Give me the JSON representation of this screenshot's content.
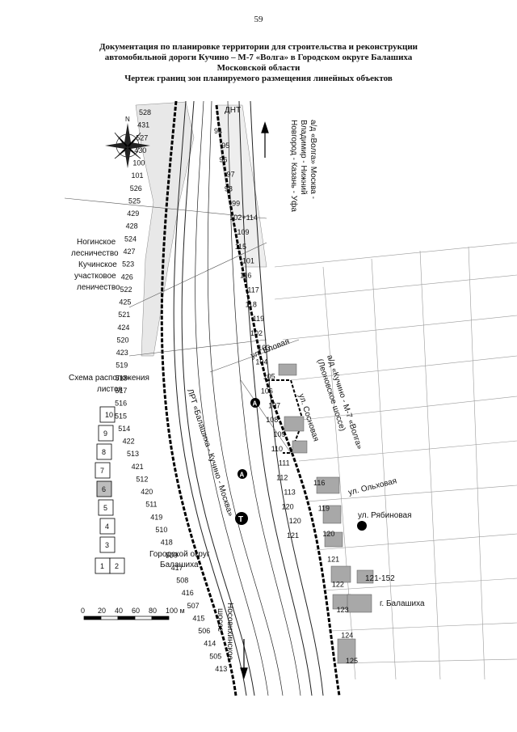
{
  "page_number": "59",
  "title": {
    "line1": "Документация по планировке территории для строительства и реконструкции",
    "line2": "автомобильной дороги Кучино – М-7 «Волга» в Городском округе Балашиха",
    "line3": "Московской области",
    "line4": "Чертеж границ зон планируемого размещения линейных объектов"
  },
  "compass": {
    "north_label": "N"
  },
  "labels": {
    "dnt": "ДНТ",
    "m7_line1": "а/д «Волга» Москва -",
    "m7_line2": "Владимир - Нижний",
    "m7_line3": "Новгород - Казань - Уфа",
    "forestry_1": "Ногинское",
    "forestry_2": "лесничество",
    "forestry_3": "Кучинское",
    "forestry_4": "участковое",
    "forestry_5": "леничество",
    "scheme_1": "Схема расположения",
    "scheme_2": "листов",
    "lrt": "ЛРТ «Балашиха - Кучино - Москва»",
    "street_elovaya": "ул. Еловая",
    "kuchino_line1": "а/д «Кучино - М-7 «Волга»",
    "kuchino_line2": "(Леоновское шоссе)",
    "street_sosnovaya": "ул. Сосновая",
    "street_olkhovaya": "ул. Ольховая",
    "street_ryabinovaya": "ул. Рябиновая",
    "district_1": "Городской округ",
    "district_2": "Балашиха",
    "range": "121-152",
    "city": "г. Балашиха",
    "highway_1": "Носовихинское",
    "highway_2": "шоссе",
    "marker_a": "А",
    "marker_t": "Т"
  },
  "scale_bar": {
    "ticks": [
      "0",
      "20",
      "40",
      "60",
      "80",
      "100 м"
    ]
  },
  "sheets": [
    "10",
    "9",
    "8",
    "7",
    "6",
    "5",
    "4",
    "3",
    "1",
    "2"
  ],
  "highlighted_sheet": "6",
  "points_left": [
    "528",
    "431",
    "527",
    "430",
    "100",
    "101",
    "526",
    "525",
    "429",
    "428",
    "524",
    "427",
    "523",
    "426",
    "522",
    "425",
    "521",
    "424",
    "520",
    "423",
    "519",
    "518",
    "517",
    "516",
    "515",
    "514",
    "422",
    "513",
    "421",
    "512",
    "420",
    "511",
    "419",
    "510",
    "418",
    "509",
    "417",
    "508",
    "416",
    "507",
    "415",
    "506",
    "414",
    "505",
    "413"
  ],
  "points_mid": [
    "94",
    "95",
    "96",
    "97",
    "98",
    "99",
    "102+114",
    "109",
    "115",
    "101",
    "116",
    "117",
    "118",
    "119",
    "102",
    "103",
    "104",
    "105",
    "106",
    "107",
    "108",
    "109",
    "110",
    "111",
    "112",
    "113",
    "120",
    "120",
    "121"
  ],
  "points_right": [
    "116",
    "119",
    "120",
    "121",
    "122",
    "123",
    "124",
    "125"
  ]
}
